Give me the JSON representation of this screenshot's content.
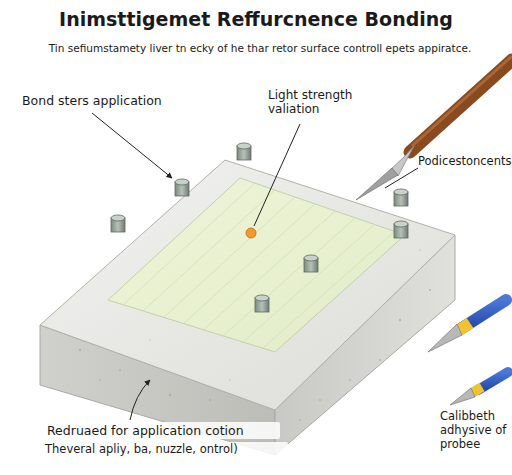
{
  "diagram": {
    "title": "Inimsttigemet Reffurcnence Bonding",
    "labels": [
      "Tin sefiumstamety liver tn ecky of he thar retor surface controll epets appiratce.",
      "Bond sters application",
      "Light strength valiation",
      "Podicestoncents",
      "Redruaed for application cotion",
      "Theveral apliy, ba, nuzzle, ontrol)",
      "Calibbeth adhysive of probee"
    ]
  }
}
